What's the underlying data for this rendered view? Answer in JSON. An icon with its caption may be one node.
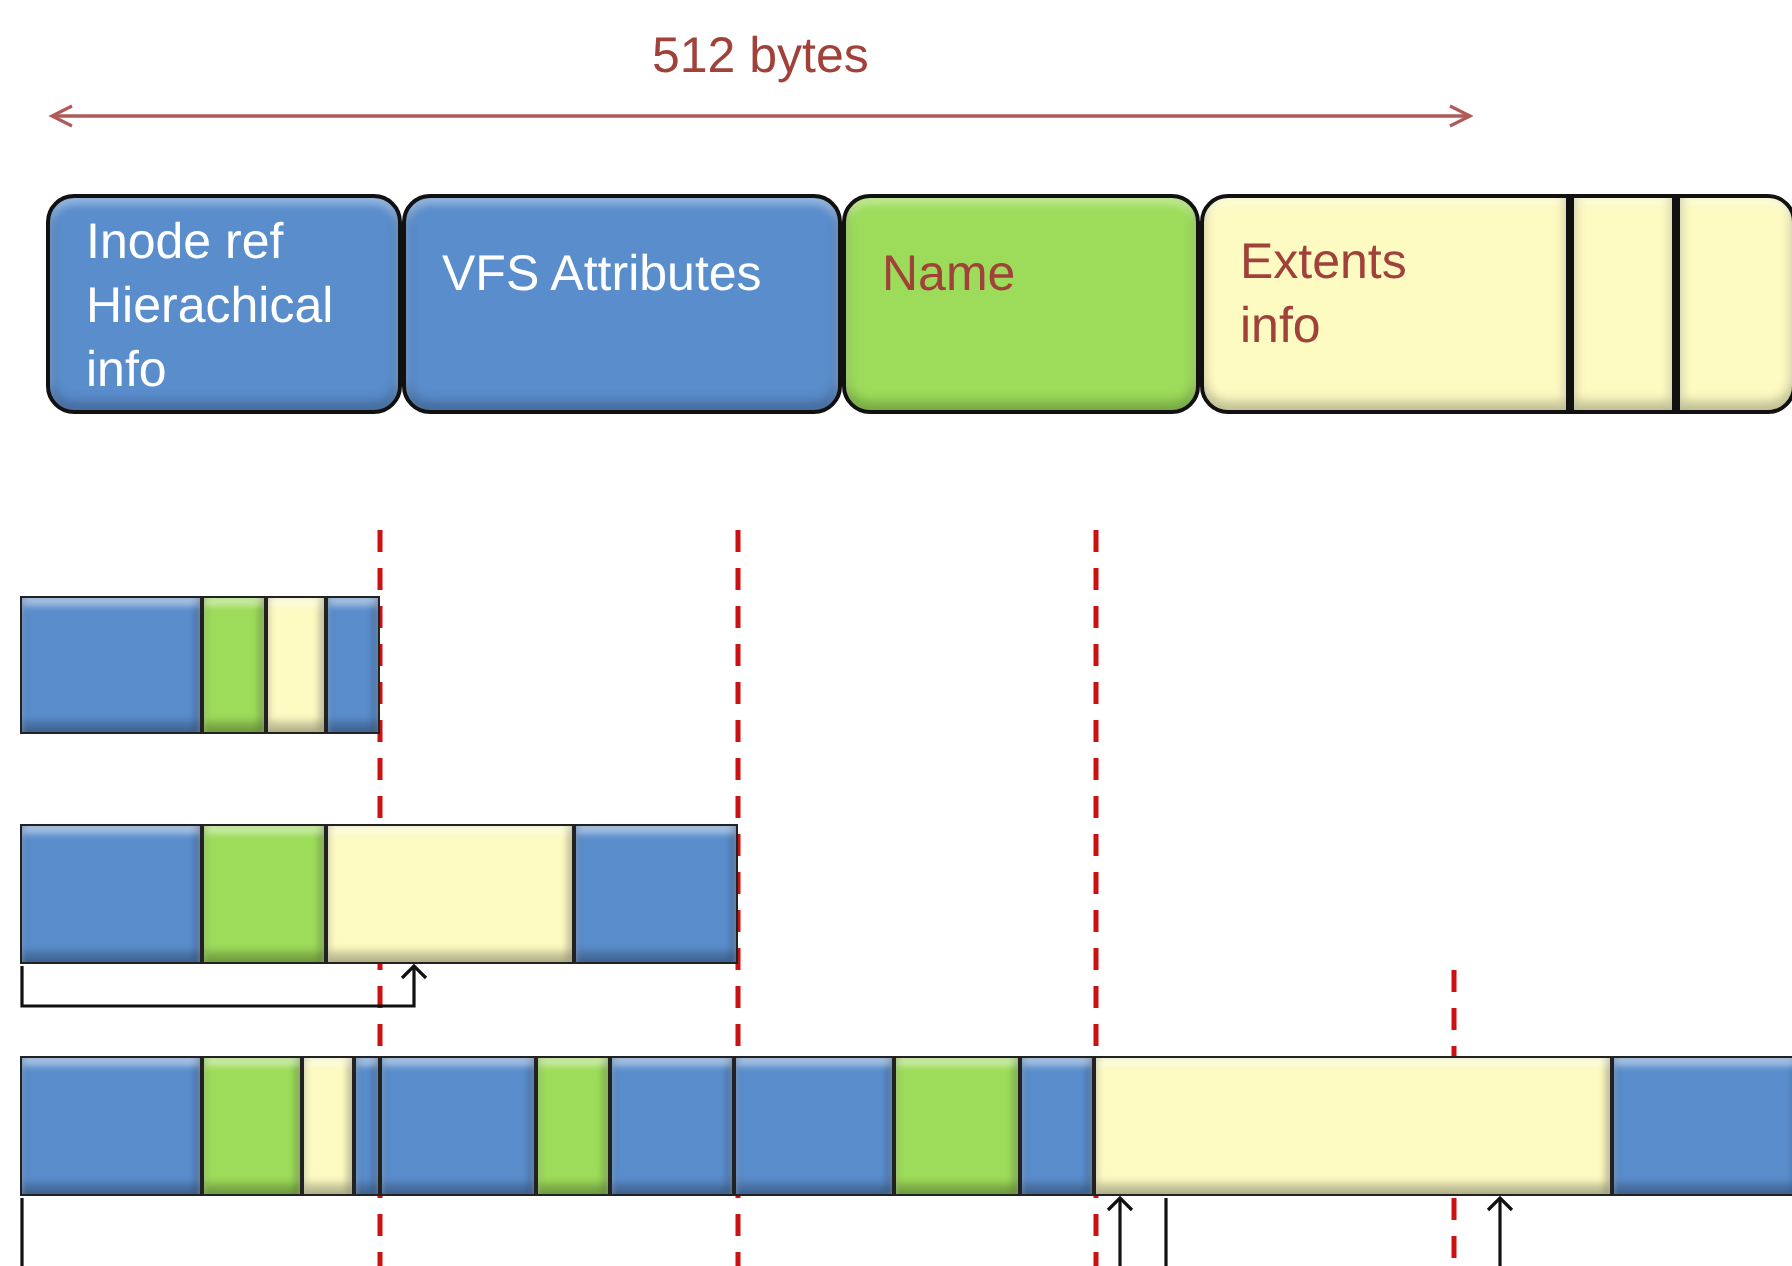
{
  "diagram": {
    "nodes": [
      {
        "text": [
          "Inode ref Hierachical info"
        ]
      },
      {
        "text": [
          "VFS Attributes"
        ]
      },
      {
        "text": [
          "Name"
        ]
      },
      {
        "text": [
          "Extents info"
        ]
      },
      {
        "text": [],
        "shape": "box"
      },
      {
        "text": [],
        "shape": "box"
      },
      {
        "text": [],
        "shape": "bar"
      },
      {
        "text": [],
        "shape": "bar"
      },
      {
        "text": [],
        "shape": "bar"
      },
      {
        "text": [],
        "shape": "bar"
      },
      {
        "text": [],
        "shape": "bar"
      },
      {
        "text": [],
        "shape": "bar"
      },
      {
        "text": [],
        "shape": "bar"
      },
      {
        "text": [],
        "shape": "bar"
      },
      {
        "text": [],
        "shape": "bar"
      },
      {
        "text": [],
        "shape": "bar"
      },
      {
        "text": [],
        "shape": "bar"
      },
      {
        "text": [],
        "shape": "bar"
      },
      {
        "text": [],
        "shape": "bar"
      },
      {
        "text": [],
        "shape": "bar"
      },
      {
        "text": [],
        "shape": "bar"
      },
      {
        "text": [],
        "shape": "bar"
      },
      {
        "text": [],
        "shape": "bar"
      },
      {
        "text": [],
        "shape": "bar"
      },
      {
        "text": [],
        "shape": "bar"
      },
      {
        "text": [],
        "shape": "bar"
      }
    ],
    "edges": [
      {
        "from": 10,
        "to": 12,
        "arrow": "to"
      },
      {
        "from": 14,
        "to": null,
        "arrow": "none"
      },
      {
        "from": null,
        "to": 24,
        "arrow": "to"
      },
      {
        "from": 24,
        "to": null,
        "arrow": "none"
      },
      {
        "from": null,
        "to": 24,
        "arrow": "to"
      }
    ],
    "labels": [
      "512 bytes"
    ]
  }
}
